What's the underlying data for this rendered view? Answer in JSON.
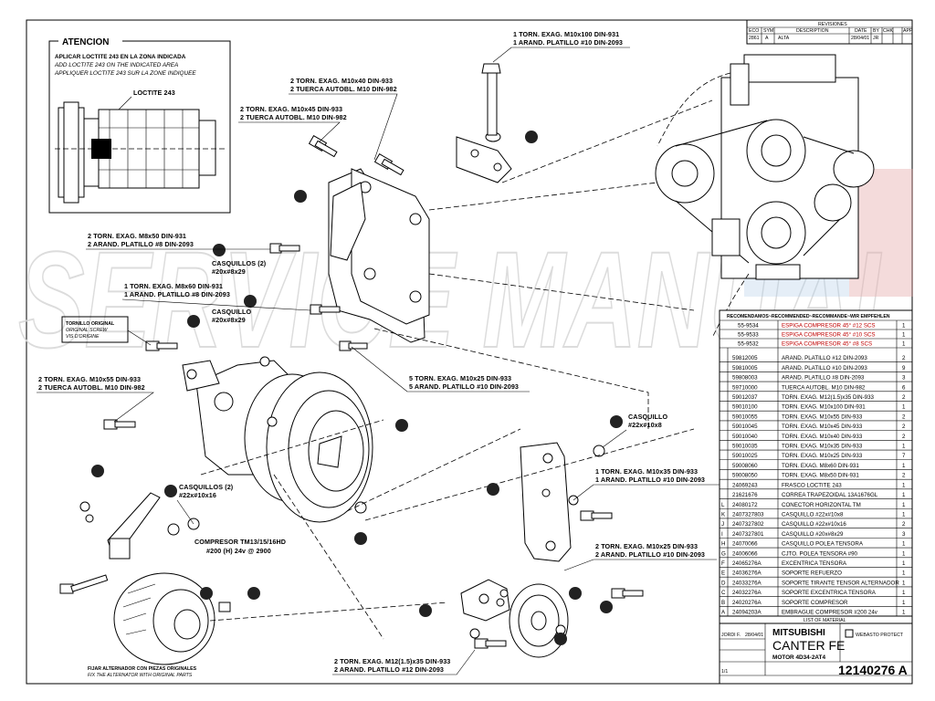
{
  "atencion": {
    "title": "ATENCION",
    "lines": [
      "APLICAR LOCTITE 243 EN LA ZONA INDICADA",
      "ADD LOCTITE 243 ON THE INDICATED AREA",
      "APPLIQUER LOCTITE 243 SUR LA ZONE INDIQUEE"
    ],
    "loctite_label": "LOCTITE 243"
  },
  "callouts": {
    "c1": [
      "1 TORN. EXAG. M10x100 DIN-931",
      "1 ARAND. PLATILLO #10 DIN-2093"
    ],
    "c2": [
      "2 TORN. EXAG. M10x40 DIN-933",
      "2 TUERCA AUTOBL. M10 DIN-982"
    ],
    "c3": [
      "2 TORN. EXAG. M10x45 DIN-933",
      "2 TUERCA AUTOBL. M10 DIN-982"
    ],
    "c4": [
      "2 TORN. EXAG. M8x50 DIN-931",
      "2 ARAND. PLATILLO #8 DIN-2093"
    ],
    "c4b": [
      "CASQUILLOS (2)",
      "#20x#8x29"
    ],
    "c5": [
      "1 TORN. EXAG. M8x60 DIN-931",
      "1 ARAND. PLATILLO #8 DIN-2093"
    ],
    "c5b": [
      "CASQUILLO",
      "#20x#8x29"
    ],
    "c6": [
      "TORNILLO ORIGINAL",
      "ORIGINAL SCREW",
      "VIS D'ORIGINE"
    ],
    "c7": [
      "5 TORN. EXAG. M10x25 DIN-933",
      "5 ARAND. PLATILLO #10 DIN-2093"
    ],
    "c8": [
      "2 TORN. EXAG. M10x55 DIN-933",
      "2 TUERCA AUTOBL. M10 DIN-982"
    ],
    "c9": [
      "CASQUILLO",
      "#22x#10x8"
    ],
    "c10": [
      "CASQUILLOS (2)",
      "#22x#10x16"
    ],
    "c11": [
      "1 TORN. EXAG. M10x35 DIN-933",
      "1 ARAND. PLATILLO #10 DIN-2093"
    ],
    "c12": [
      "COMPRESOR TM13/15/16HD",
      "#200 (H) 24v @ 2900"
    ],
    "c13": [
      "2 TORN. EXAG. M10x25 DIN-933",
      "2 ARAND. PLATILLO #10 DIN-2093"
    ],
    "c14": [
      "FIJAR ALTERNADOR CON PIEZAS ORIGINALES",
      "FIX THE ALTERNATOR WITH ORIGINAL PARTS"
    ],
    "c15": [
      "2 TORN. EXAG. M12(1.5)x35 DIN-933",
      "2 ARAND. PLATILLO #12 DIN-2093"
    ]
  },
  "revisions": {
    "title": "REVISIONES",
    "headers": [
      "ECO",
      "SYM",
      "DESCRIPTION",
      "DATE",
      "BY",
      "CHK",
      "APP"
    ],
    "row": [
      "2861",
      "A",
      "ALTA",
      "28/04/01",
      "JR",
      "",
      ""
    ]
  },
  "bom": {
    "header": "RECOMENDAMOS~RECOMMENDED~RECOMMANDE~WIR EMPFEHLEN",
    "recommended": [
      {
        "code": "55-9534",
        "desc": "ESPIGA COMPRESOR 45° #12 SCS",
        "qty": "1"
      },
      {
        "code": "55-9533",
        "desc": "ESPIGA COMPRESOR 45° #10 SCS",
        "qty": "1"
      },
      {
        "code": "55-9532",
        "desc": "ESPIGA COMPRESOR 45° #8 SCS",
        "qty": "1"
      }
    ],
    "items": [
      {
        "sym": "",
        "code": "59812005",
        "desc": "ARAND. PLATILLO #12 DIN-2093",
        "qty": "2"
      },
      {
        "sym": "",
        "code": "59810005",
        "desc": "ARAND. PLATILLO #10 DIN-2093",
        "qty": "9"
      },
      {
        "sym": "",
        "code": "59808003",
        "desc": "ARAND. PLATILLO #8 DIN-2093",
        "qty": "3"
      },
      {
        "sym": "",
        "code": "59710000",
        "desc": "TUERCA AUTOBL. M10 DIN-982",
        "qty": "6"
      },
      {
        "sym": "",
        "code": "59012037",
        "desc": "TORN. EXAG. M12(1.5)x35 DIN-933",
        "qty": "2"
      },
      {
        "sym": "",
        "code": "59010100",
        "desc": "TORN. EXAG. M10x100 DIN-931",
        "qty": "1"
      },
      {
        "sym": "",
        "code": "59010055",
        "desc": "TORN. EXAG. M10x55 DIN-933",
        "qty": "2"
      },
      {
        "sym": "",
        "code": "59010045",
        "desc": "TORN. EXAG. M10x45 DIN-933",
        "qty": "2"
      },
      {
        "sym": "",
        "code": "59010040",
        "desc": "TORN. EXAG. M10x40 DIN-933",
        "qty": "2"
      },
      {
        "sym": "",
        "code": "59010035",
        "desc": "TORN. EXAG. M10x35 DIN-933",
        "qty": "1"
      },
      {
        "sym": "",
        "code": "59010025",
        "desc": "TORN. EXAG. M10x25 DIN-933",
        "qty": "7"
      },
      {
        "sym": "",
        "code": "59008060",
        "desc": "TORN. EXAG. M8x60 DIN-931",
        "qty": "1"
      },
      {
        "sym": "",
        "code": "59008050",
        "desc": "TORN. EXAG. M8x50 DIN-931",
        "qty": "2"
      },
      {
        "sym": "",
        "code": "24069243",
        "desc": "FRASCO LOCTITE 243",
        "qty": "1"
      },
      {
        "sym": "",
        "code": "21621676",
        "desc": "CORREA TRAPEZOIDAL 13A1676GL",
        "qty": "1"
      },
      {
        "sym": "L",
        "code": "24080172",
        "desc": "CONECTOR HORIZONTAL TM",
        "qty": "1"
      },
      {
        "sym": "K",
        "code": "2407327803",
        "desc": "CASQUILLO #22x#10x8",
        "qty": "1"
      },
      {
        "sym": "J",
        "code": "2407327802",
        "desc": "CASQUILLO #22x#10x16",
        "qty": "2"
      },
      {
        "sym": "I",
        "code": "2407327801",
        "desc": "CASQUILLO #20x#8x29",
        "qty": "3"
      },
      {
        "sym": "H",
        "code": "24070066",
        "desc": "CASQUILLO POLEA TENSORA",
        "qty": "1"
      },
      {
        "sym": "G",
        "code": "24006066",
        "desc": "CJTO. POLEA TENSORA #90",
        "qty": "1"
      },
      {
        "sym": "F",
        "code": "24065276A",
        "desc": "EXCENTRICA TENSORA",
        "qty": "1"
      },
      {
        "sym": "E",
        "code": "24036276A",
        "desc": "SOPORTE REFUERZO",
        "qty": "1"
      },
      {
        "sym": "D",
        "code": "24033276A",
        "desc": "SOPORTE TIRANTE TENSOR ALTERNADOR",
        "qty": "1"
      },
      {
        "sym": "C",
        "code": "24032276A",
        "desc": "SOPORTE EXCENTRICA TENSORA",
        "qty": "1"
      },
      {
        "sym": "B",
        "code": "24020276A",
        "desc": "SOPORTE COMPRESOR",
        "qty": "1"
      },
      {
        "sym": "A",
        "code": "24094203A",
        "desc": "EMBRAGUE COMPRESOR #200 24v",
        "qty": "1"
      }
    ],
    "footer": "LIST OF MATERIAL"
  },
  "titleblock": {
    "brand": "MITSUBISHI",
    "model": "CANTER FE",
    "motor": "MOTOR 4D34-2AT4",
    "drawing_number": "12140276 A",
    "company": "WEBASTO PROTECT",
    "drawn_by": "JORDI F.",
    "date": "28/04/01",
    "sheet": "1/1"
  },
  "watermark": {
    "text": "SERVICE MANUAL"
  }
}
